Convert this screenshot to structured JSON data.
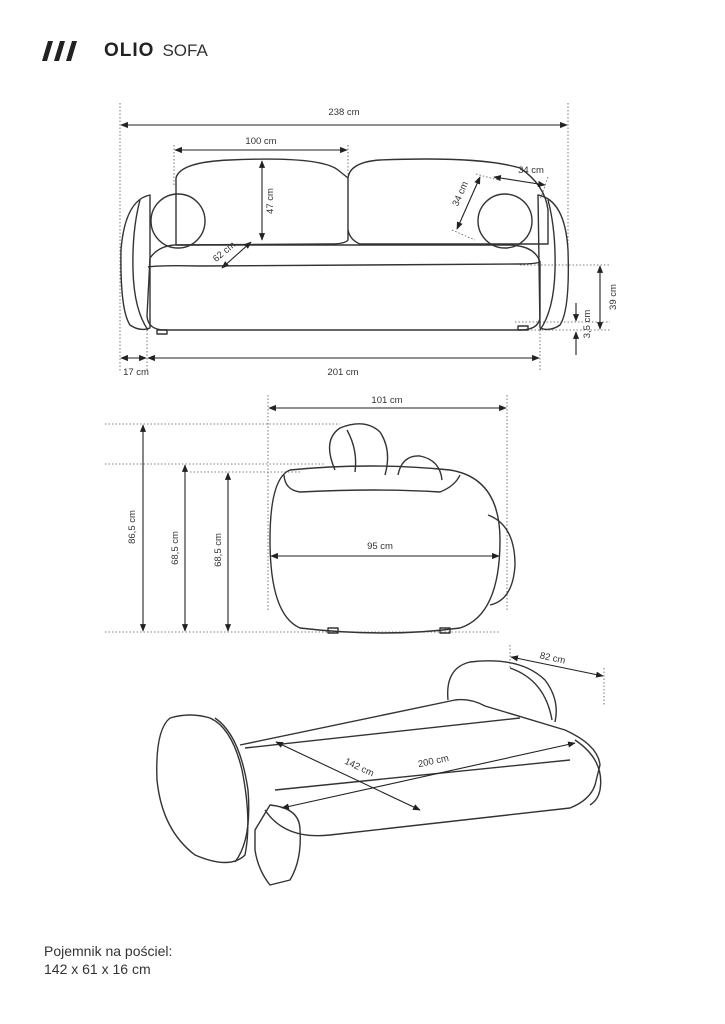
{
  "header": {
    "brand": "OLIO",
    "product": "SOFA",
    "logo_icon": "triple-slash-logo"
  },
  "front_view": {
    "total_width": "238 cm",
    "cushion_width": "100 cm",
    "cushion_height": "47 cm",
    "seat_depth": "62 cm",
    "bolster_height": "34 cm",
    "bolster_width": "34 cm",
    "seat_height": "39 cm",
    "leg_height": "3,5 cm",
    "arm_width": "17 cm",
    "seat_width": "201 cm"
  },
  "side_view": {
    "depth": "101 cm",
    "total_height": "86,5 cm",
    "back_height_1": "68,5 cm",
    "back_height_2": "68,5 cm",
    "seat_depth": "95 cm"
  },
  "bed_view": {
    "arm_depth": "82 cm",
    "bed_width": "142 cm",
    "bed_length": "200 cm"
  },
  "footer": {
    "storage_label": "Pojemnik na pościel:",
    "storage_dims": "142 x 61 x 16 cm"
  }
}
